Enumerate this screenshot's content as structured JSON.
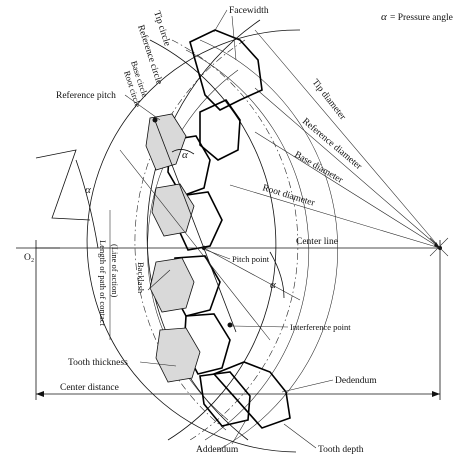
{
  "legend": {
    "symbol": "α",
    "text": "= Pressure angle"
  },
  "origin_label": "O₂",
  "labels": {
    "facewidth": "Facewidth",
    "tip_circle": "Tip circle",
    "reference_circle": "Reference circle",
    "base_circle": "Base circle",
    "root_circle": "Root circle",
    "reference_pitch": "Reference pitch",
    "tip_diameter": "Tip diameter",
    "reference_diameter": "Reference diameter",
    "base_diameter": "Base diameter",
    "root_diameter": "Root diameter",
    "center_line": "Center line",
    "pitch_point": "Pitch point",
    "length_of_path_of_contact": "Length of path of contact",
    "line_of_action": "(Line of action)",
    "backlash": "Backlash",
    "interference_point": "Interference point",
    "tooth_thickness": "Tooth thickness",
    "center_distance": "Center distance",
    "dedendum": "Dedendum",
    "addendum": "Addendum",
    "tooth_depth": "Tooth depth"
  },
  "angle_symbols": {
    "alpha_left": "α",
    "alpha_right": "α",
    "alpha_top": "α"
  }
}
